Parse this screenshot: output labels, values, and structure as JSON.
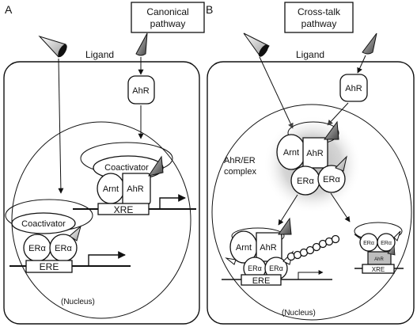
{
  "panel_a": {
    "letter": "A",
    "title_line1": "Canonical",
    "title_line2": "pathway",
    "ligand": "Ligand",
    "ahr_cytoplasm": "AhR",
    "coactivator_xre": "Coactivator",
    "arnt": "Arnt",
    "ahr_dna": "AhR",
    "xre": "XRE",
    "coactivator_ere": "Coactivator",
    "era_left": "ERα",
    "era_right": "ERα",
    "ere": "ERE",
    "nucleus": "(Nucleus)"
  },
  "panel_b": {
    "letter": "B",
    "title_line1": "Cross-talk",
    "title_line2": "pathway",
    "ligand": "Ligand",
    "ahr_cytoplasm": "AhR",
    "complex_line1": "AhR/ER",
    "complex_line2": "complex",
    "complex_arnt": "Arnt",
    "complex_ahr": "AhR",
    "complex_era_left": "ERα",
    "complex_era_right": "ERα",
    "ere_arnt": "Arnt",
    "ere_ahr": "AhR",
    "ere_era_left": "ERα",
    "ere_era_right": "ERα",
    "ere": "ERE",
    "xre_era_left": "ERα",
    "xre_era_right": "ERα",
    "xre_ahr": "AhR",
    "xre": "XRE",
    "nucleus": "(Nucleus)"
  }
}
